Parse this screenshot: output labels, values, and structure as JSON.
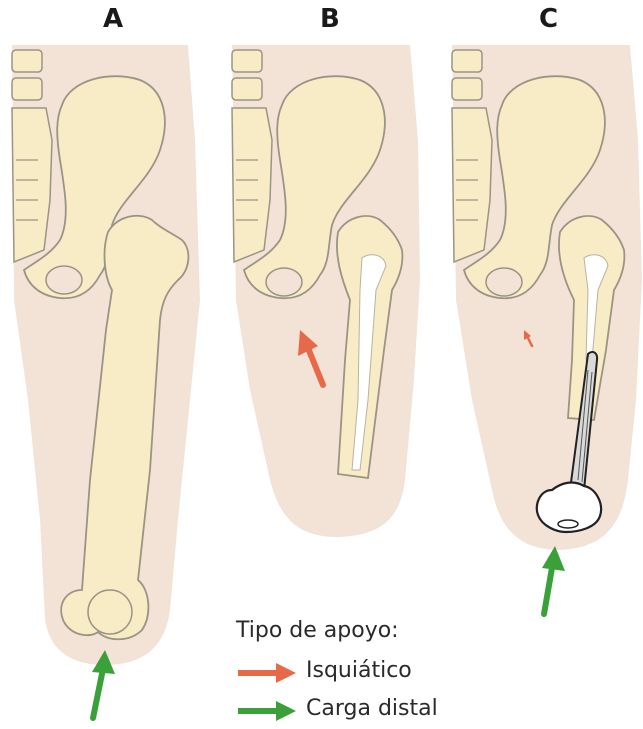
{
  "panels": [
    {
      "label": "A"
    },
    {
      "label": "B"
    },
    {
      "label": "C"
    }
  ],
  "legend": {
    "title": "Tipo de apoyo:",
    "items": [
      {
        "label": "Isquiático",
        "color": "#e8694a"
      },
      {
        "label": "Carga distal",
        "color": "#3aa13a"
      }
    ]
  },
  "colors": {
    "skin": "#f3e3d7",
    "bone": "#f8ecc7",
    "outline": "#9a9484",
    "implant": "#d9d9d9",
    "implant_outline": "#222222"
  }
}
